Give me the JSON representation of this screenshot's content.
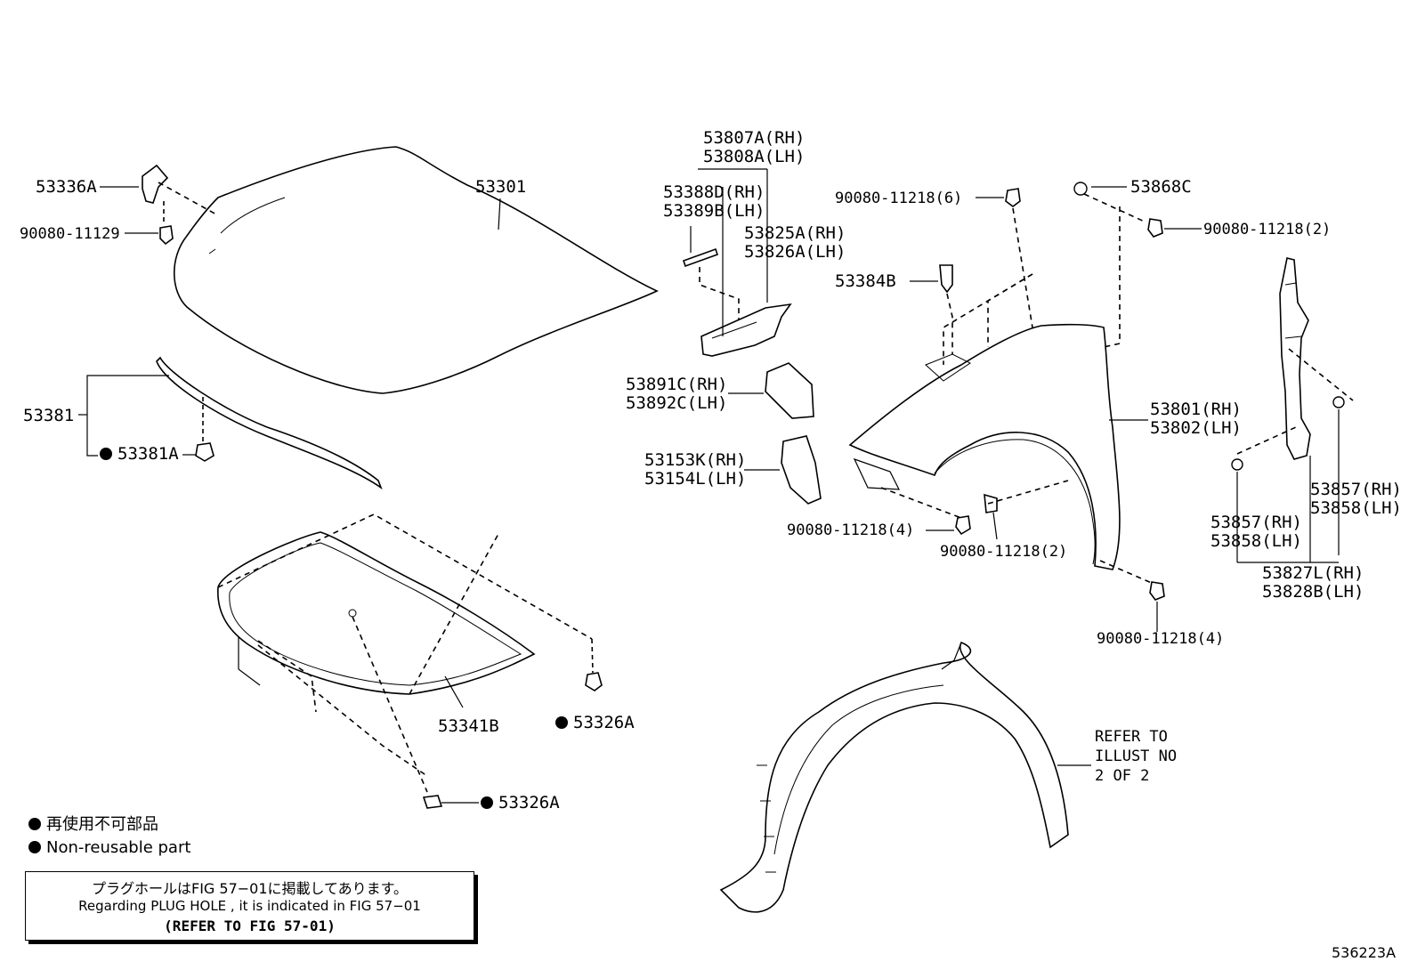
{
  "labels": {
    "p53336A": "53336A",
    "p90080_11129": "90080-11129",
    "p53301": "53301",
    "p53381": "53381",
    "p53381A": "53381A",
    "p53341B": "53341B",
    "p53326A_1": "53326A",
    "p53326A_2": "53326A",
    "p53807A": "53807A(RH)",
    "p53808A": "53808A(LH)",
    "p53388D": "53388D(RH)",
    "p53389B": "53389B(LH)",
    "p53825A": "53825A(RH)",
    "p53826A": "53826A(LH)",
    "p53891C": "53891C(RH)",
    "p53892C": "53892C(LH)",
    "p53153K": "53153K(RH)",
    "p53154L": "53154L(LH)",
    "p90080_6": "90080-11218(6)",
    "p53384B": "53384B",
    "p53868C": "53868C",
    "p90080_2a": "90080-11218(2)",
    "p53801": "53801(RH)",
    "p53802": "53802(LH)",
    "p90080_4a": "90080-11218(4)",
    "p90080_2b": "90080-11218(2)",
    "p90080_4b": "90080-11218(4)",
    "p53857a": "53857(RH)",
    "p53858a": "53858(LH)",
    "p53857b": "53857(RH)",
    "p53858b": "53858(LH)",
    "p53827L": "53827L(RH)",
    "p53828B": "53828B(LH)",
    "refer1": "REFER TO",
    "refer2": "ILLUST NO",
    "refer3": "2 OF 2"
  },
  "legend": {
    "jp": "再使用不可部品",
    "en": "Non-reusable part"
  },
  "note_box": {
    "line1": "プラグホールはFIG 57−01に掲載してあります。",
    "line2": "Regarding  PLUG  HOLE , it is indicated in  FIG  57−01",
    "line3": "(REFER TO FIG 57-01)"
  },
  "figure_id": "536223A"
}
